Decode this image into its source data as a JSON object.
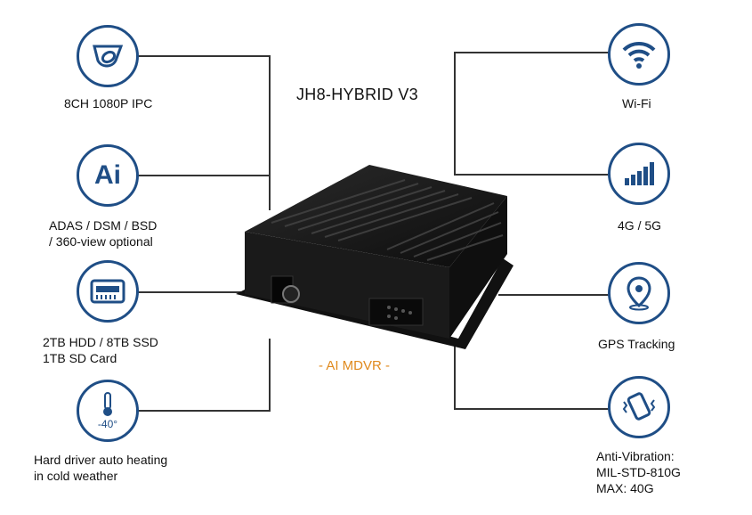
{
  "product": {
    "title": "JH8-HYBRID V3",
    "subtitle": "- AI MDVR -"
  },
  "left_features": [
    {
      "icon": "camera-icon",
      "lines": [
        "8CH 1080P IPC"
      ]
    },
    {
      "icon": "ai-icon",
      "icon_text": "Ai",
      "lines": [
        "ADAS / DSM / BSD",
        "/ 360-view optional"
      ]
    },
    {
      "icon": "hdd-icon",
      "lines": [
        "2TB HDD / 8TB SSD",
        "1TB SD Card"
      ]
    },
    {
      "icon": "thermometer-icon",
      "icon_text": "-40°",
      "lines": [
        "Hard driver auto heating",
        "in cold weather"
      ]
    }
  ],
  "right_features": [
    {
      "icon": "wifi-icon",
      "lines": [
        "Wi-Fi"
      ]
    },
    {
      "icon": "signal-bars-icon",
      "lines": [
        "4G / 5G"
      ]
    },
    {
      "icon": "location-pin-icon",
      "lines": [
        "GPS Tracking"
      ]
    },
    {
      "icon": "vibration-phone-icon",
      "lines": [
        "Anti-Vibration:",
        "MIL-STD-810G",
        "MAX: 40G"
      ]
    }
  ],
  "colors": {
    "icon_blue": "#1f4e86",
    "accent_orange": "#e08a1e"
  }
}
